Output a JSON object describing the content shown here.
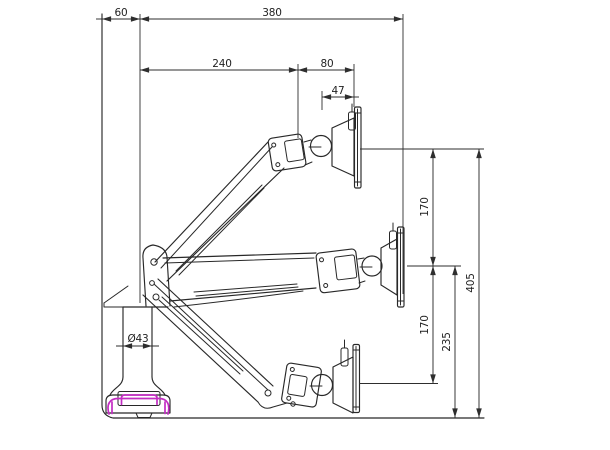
{
  "drawing": {
    "kind": "technical-drawing-monitor-arm-side-view",
    "background": "#ffffff",
    "line_color": "#282828",
    "highlight_color": "#c32cc3",
    "dims": {
      "edge_offset": "60",
      "reach_total": "380",
      "reach_upper": "240",
      "reach_head": "80",
      "head_depth": "47",
      "rise_upper": "170",
      "drop_lower": "170",
      "height_total": "405",
      "height_mid": "235",
      "pole_diameter": "Ø43"
    }
  }
}
